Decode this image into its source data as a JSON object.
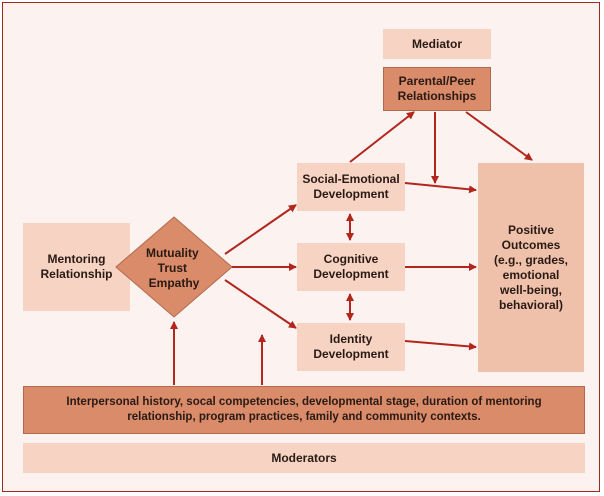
{
  "nodes": {
    "mediator": "Mediator",
    "parental_peer": "Parental/Peer\nRelationships",
    "social_emotional": "Social-Emotional\nDevelopment",
    "cognitive": "Cognitive\nDevelopment",
    "identity": "Identity\nDevelopment",
    "positive_outcomes": "Positive\nOutcomes\n(e.g., grades,\nemotional\nwell-being,\nbehavioral)",
    "mentoring_relationship": "Mentoring\nRelationship",
    "diamond": "Mutuality\nTrust\nEmpathy",
    "moderator_factors": "Interpersonal history, socal competencies, developmental stage, duration of mentoring\nrelationship, program practices, family and community contexts.",
    "moderators": "Moderators"
  },
  "colors": {
    "arrow": "#b3261e",
    "border": "#9e2a22",
    "light_box": "#f6d3c3",
    "medium_box": "#efc1ab",
    "dark_box": "#d98b6a",
    "background": "#fcf3f0"
  }
}
